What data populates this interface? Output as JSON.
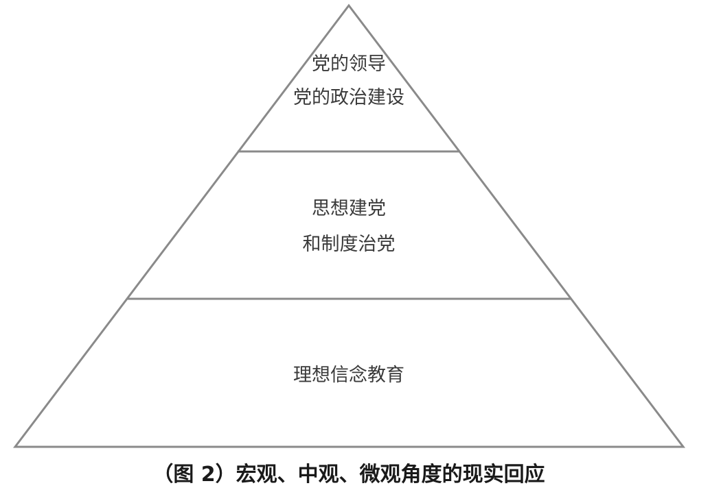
{
  "pyramid": {
    "tiers": [
      {
        "lines": [
          "党的领导",
          "党的政治建设"
        ]
      },
      {
        "lines": [
          "思想建党",
          "和制度治党"
        ]
      },
      {
        "lines": [
          "理想信念教育"
        ]
      }
    ]
  },
  "caption": "（图 2）宏观、中观、微观角度的现实回应"
}
